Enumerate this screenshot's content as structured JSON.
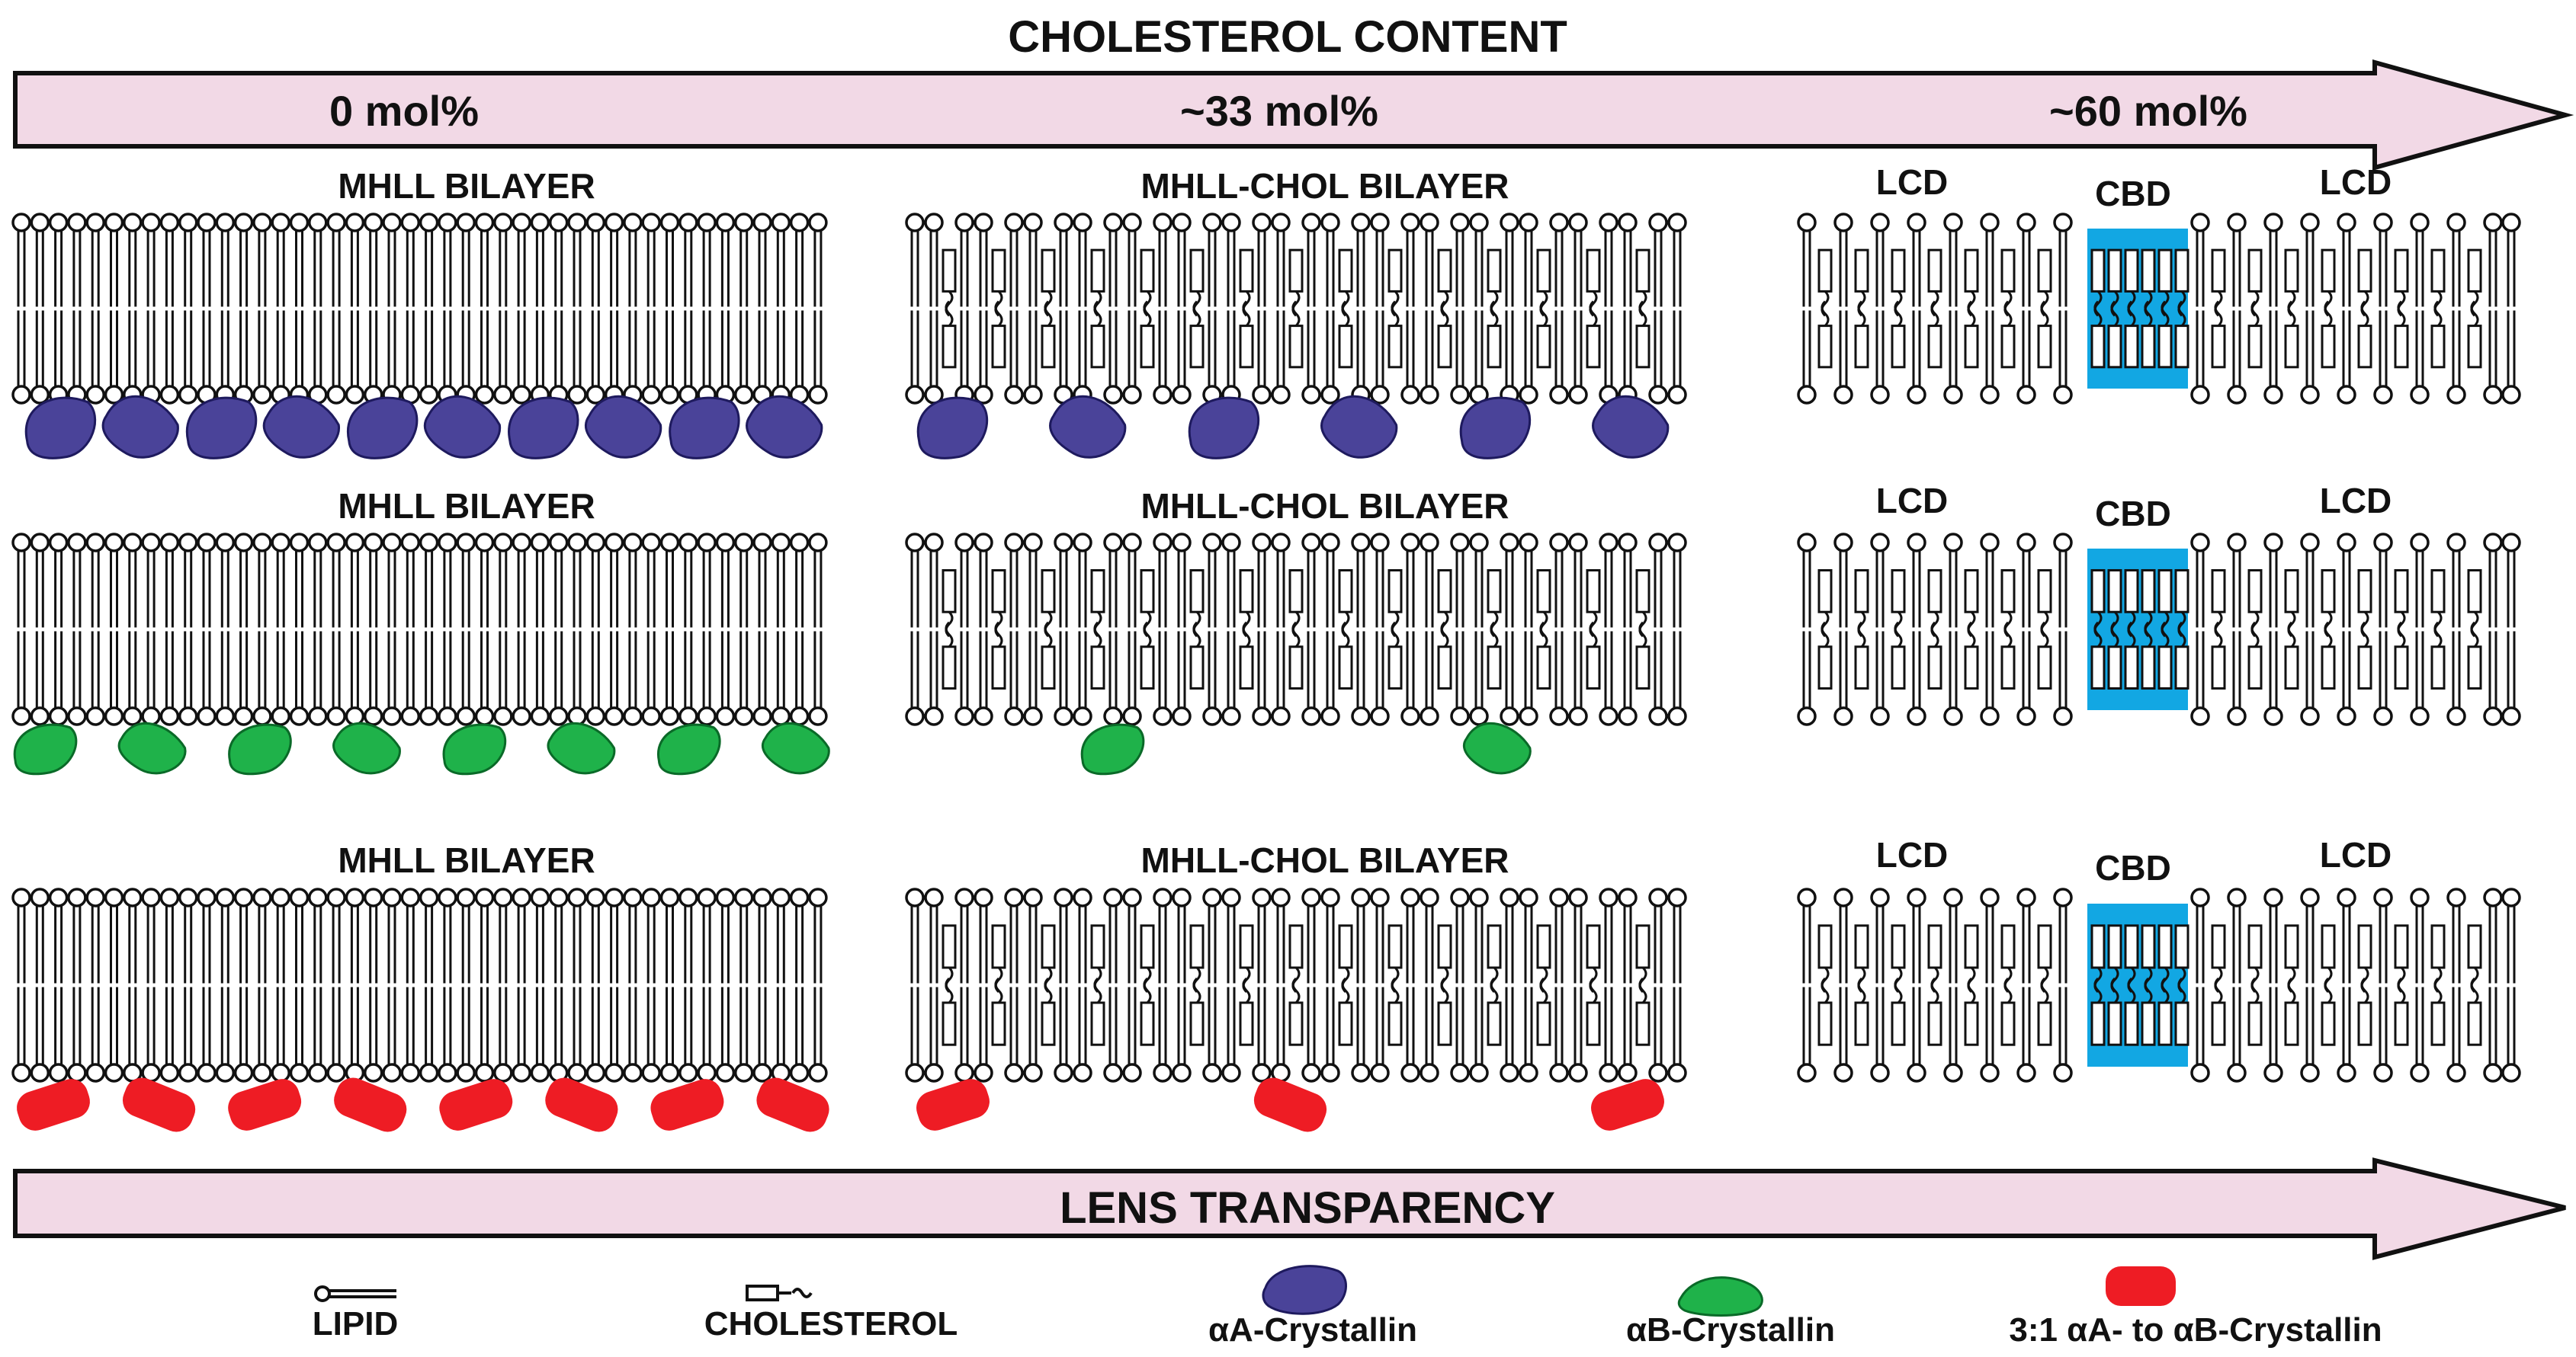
{
  "header": {
    "title": "CHOLESTEROL CONTENT",
    "stops": [
      "0 mol%",
      "~33 mol%",
      "~60 mol%"
    ]
  },
  "columns": {
    "mhll": {
      "label": "MHLL BILAYER"
    },
    "chol": {
      "label": "MHLL-CHOL BILAYER"
    },
    "high": {
      "lcd_label": "LCD",
      "cbd_label": "CBD"
    }
  },
  "rows": [
    {
      "protein": "alpha-A",
      "color": "#4a4399",
      "mhll_count": 10,
      "chol_count": 6
    },
    {
      "protein": "alpha-B",
      "color": "#1fb24a",
      "mhll_count": 8,
      "chol_count": 2
    },
    {
      "protein": "3:1 alpha-A to alpha-B",
      "color": "#ee1c24",
      "mhll_count": 8,
      "chol_count": 3
    }
  ],
  "footer": {
    "arrow_label": "LENS TRANSPARENCY"
  },
  "legend": {
    "lipid": "LIPID",
    "cholesterol": "CHOLESTEROL",
    "alpha_a": "αA-Crystallin",
    "alpha_b": "αB-Crystallin",
    "mix": "3:1 αA- to αB-Crystallin"
  },
  "colors": {
    "arrow_fill": "#f2d9e6",
    "cbd_fill": "#12a7e3",
    "alpha_a": "#4a4399",
    "alpha_b": "#1fb24a",
    "mix": "#ee1c24"
  }
}
